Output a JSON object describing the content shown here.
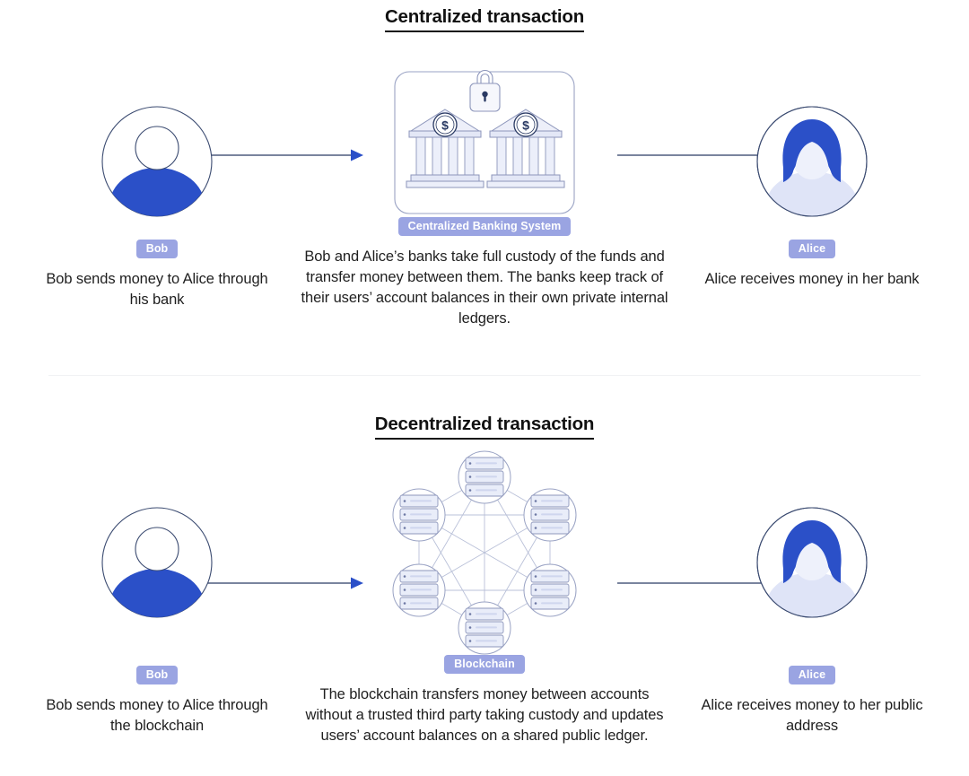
{
  "colors": {
    "badge_bg": "#9aa4e2",
    "badge_text": "#ffffff",
    "accent_blue": "#2b50c8",
    "line_navy": "#2a3a63",
    "icon_outline": "#8c95b8",
    "icon_fill": "#eef0fa",
    "divider": "#f1f2f4",
    "text": "#1f1f1f"
  },
  "sections": [
    {
      "title": "Centralized transaction",
      "left": {
        "avatar": "person-avatar-bob",
        "badge": "Bob",
        "caption": "Bob sends money to Alice through his bank"
      },
      "center": {
        "visual": "bank-custody-panel",
        "badge": "Centralized Banking System",
        "caption": "Bob and Alice’s banks take full custody of the funds and transfer money between them. The banks keep track of their users’ account balances in their own private internal ledgers."
      },
      "right": {
        "avatar": "person-avatar-alice",
        "badge": "Alice",
        "caption": "Alice receives money in her bank"
      },
      "arrows": [
        "arrow-left-to-center",
        "arrow-center-to-right"
      ]
    },
    {
      "title": "Decentralized transaction",
      "left": {
        "avatar": "person-avatar-bob",
        "badge": "Bob",
        "caption": "Bob sends money to Alice through the blockchain"
      },
      "center": {
        "visual": "blockchain-network",
        "badge": "Blockchain",
        "caption": "The blockchain transfers money between accounts without a trusted third party taking custody and updates users’ account balances on a shared public ledger."
      },
      "right": {
        "avatar": "person-avatar-alice",
        "badge": "Alice",
        "caption": "Alice receives money to her public address"
      },
      "arrows": [
        "arrow-left-to-center",
        "arrow-center-to-right"
      ]
    }
  ],
  "icons": {
    "lock": "padlock-icon",
    "bank": "bank-building-icon",
    "dollar": "dollar-sign-icon",
    "server": "server-rack-icon",
    "arrow": "arrow-right-icon"
  }
}
